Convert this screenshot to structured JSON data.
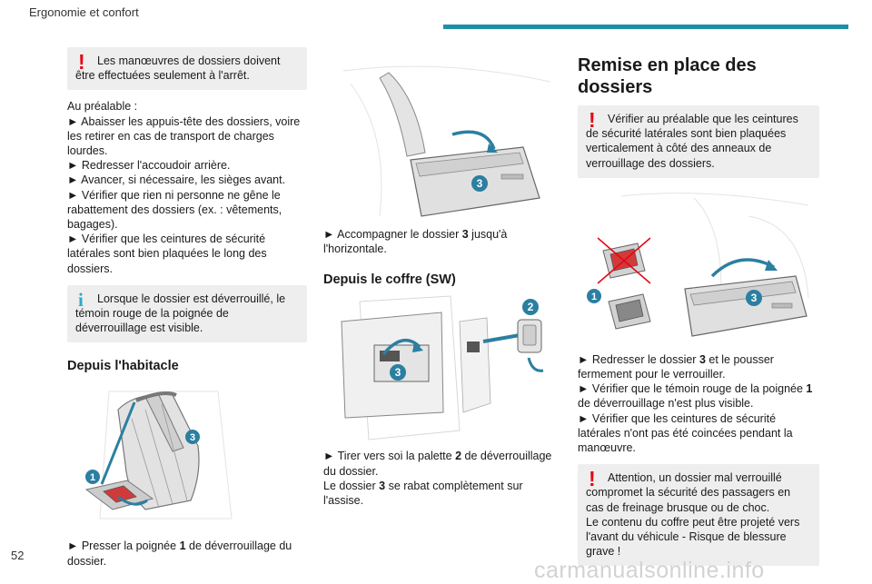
{
  "header": {
    "section_title": "Ergonomie et confort"
  },
  "page": {
    "number": "52"
  },
  "watermark": "carmanualsonline.info",
  "colors": {
    "accent_bar": "#1f8fa8",
    "warning": "#e30613",
    "info": "#2fa9c6",
    "callout_blue": "#2b7fa1"
  },
  "icons": {
    "warning": "warning-exclamation-icon",
    "info": "info-i-icon"
  },
  "col1": {
    "warning_note": "Les manœuvres de dossiers doivent être effectuées seulement à l'arrêt.",
    "prep_lines": [
      "Au préalable :",
      "► Abaisser les appuis-tête des dossiers, voire les retirer en cas de transport de charges lourdes.",
      "► Redresser l'accoudoir arrière.",
      "► Avancer, si nécessaire, les sièges avant.",
      "► Vérifier que rien ni personne ne gêne le rabattement des dossiers (ex. : vêtements, bagages).",
      "► Vérifier que les ceintures de sécurité latérales sont bien plaquées le long des dossiers."
    ],
    "info_note": "Lorsque le dossier est déverrouillé, le témoin rouge de la poignée de déverrouillage est visible.",
    "heading": "Depuis l'habitacle",
    "callouts": [
      "3",
      "1"
    ],
    "step": {
      "pre": "► Presser la poignée ",
      "num": "1",
      "post": " de déverrouillage du dossier."
    }
  },
  "col2": {
    "callout": "3",
    "step": {
      "pre": "► Accompagner le dossier ",
      "num": "3",
      "post": " jusqu'à l'horizontale."
    },
    "heading": "Depuis le coffre (SW)",
    "callouts": [
      "2",
      "3"
    ],
    "step2": {
      "pre": "► Tirer vers soi la palette ",
      "num": "2",
      "post": " de déverrouillage du dossier."
    },
    "step3": {
      "pre": "Le dossier ",
      "num": "3",
      "post": " se rabat complètement sur l'assise."
    }
  },
  "col3": {
    "heading": "Remise en place des dossiers",
    "warning_note": "Vérifier au préalable que les ceintures de sécurité latérales sont bien plaquées verticalement à côté des anneaux de verrouillage des dossiers.",
    "callouts": [
      "1",
      "3"
    ],
    "step1": {
      "pre": "► Redresser le dossier ",
      "num": "3",
      "post": " et le pousser fermement pour le verrouiller."
    },
    "step2": {
      "pre": "► Vérifier que le témoin rouge de la poignée ",
      "num": "1",
      "post": " de déverrouillage n'est plus visible."
    },
    "step3": "► Vérifier que les ceintures de sécurité latérales n'ont pas été coincées pendant la manœuvre.",
    "warning_note2_line1": "Attention, un dossier mal verrouillé compromet la sécurité des passagers en cas de freinage brusque ou de choc.",
    "warning_note2_line2": "Le contenu du coffre peut être projeté vers l'avant du véhicule - Risque de blessure grave !"
  }
}
